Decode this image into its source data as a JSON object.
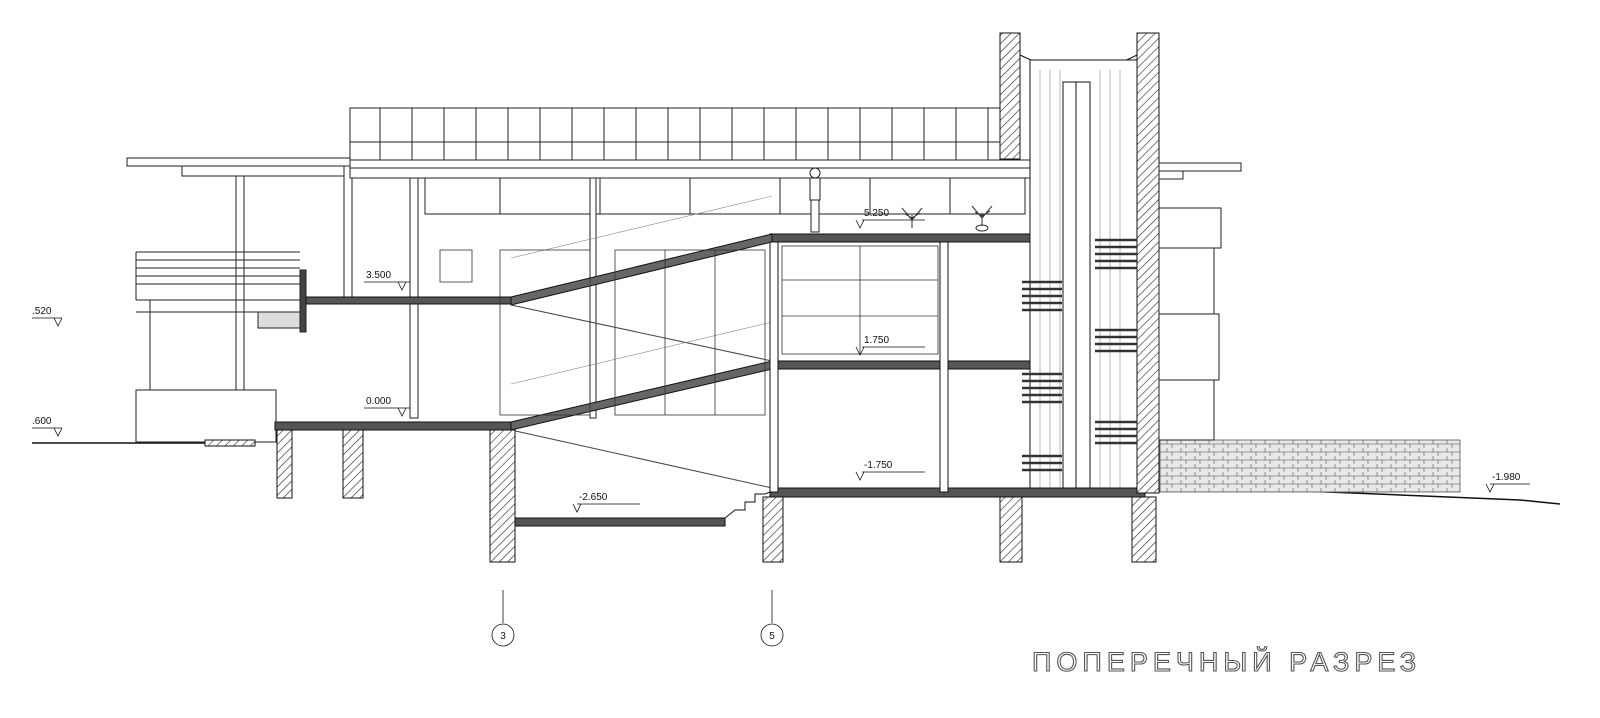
{
  "drawing": {
    "title": "ПОПЕРЕЧНЫЙ РАЗРЕЗ",
    "levels": {
      "l_520": ".520",
      "l_600": ".600",
      "l_3500": "3.500",
      "l_0000": "0.000",
      "l_5250": "5.250",
      "l_1750": "1.750",
      "l_m1750": "-1.750",
      "l_m2650": "-2.650",
      "l_m1980": "-1.980"
    },
    "axes": {
      "a3": "3",
      "a5": "5"
    }
  }
}
